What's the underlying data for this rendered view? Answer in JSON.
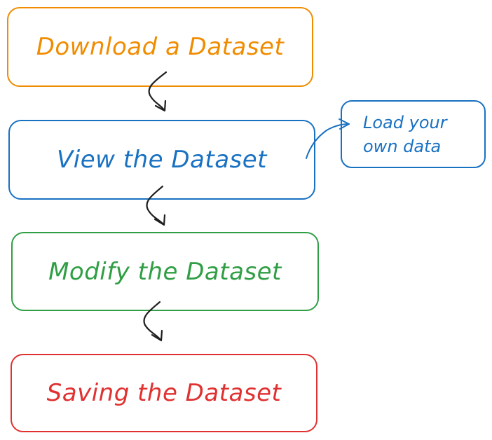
{
  "steps": [
    {
      "label": "Download a Dataset",
      "color": "#f08c00"
    },
    {
      "label": "View the Dataset",
      "color": "#1971c2"
    },
    {
      "label": "Modify the Dataset",
      "color": "#2f9e44"
    },
    {
      "label": "Saving the Dataset",
      "color": "#e03131"
    }
  ],
  "side_note": {
    "line1": "Load your",
    "line2": "own data",
    "color": "#1971c2"
  },
  "arrow_color": "#1e1e1e"
}
